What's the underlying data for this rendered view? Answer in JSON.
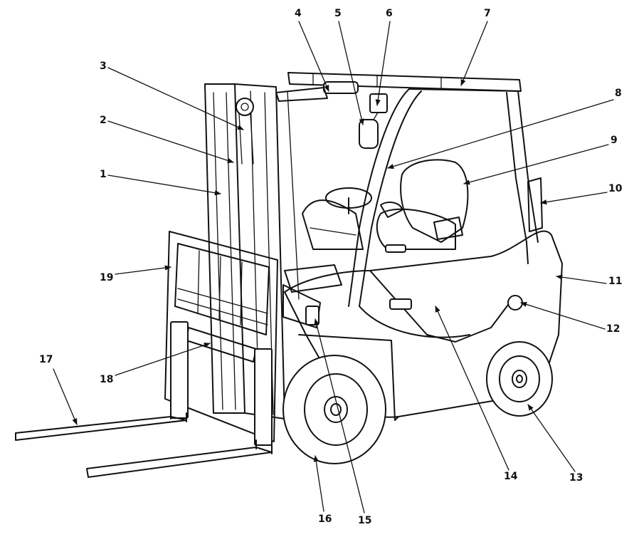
{
  "callouts": [
    {
      "num": "1"
    },
    {
      "num": "2"
    },
    {
      "num": "3"
    },
    {
      "num": "4"
    },
    {
      "num": "5"
    },
    {
      "num": "6"
    },
    {
      "num": "7"
    },
    {
      "num": "8"
    },
    {
      "num": "9"
    },
    {
      "num": "10"
    },
    {
      "num": "11"
    },
    {
      "num": "12"
    },
    {
      "num": "13"
    },
    {
      "num": "14"
    },
    {
      "num": "15"
    },
    {
      "num": "16"
    },
    {
      "num": "17"
    },
    {
      "num": "18"
    },
    {
      "num": "19"
    }
  ],
  "colors": {
    "ink": "#111111",
    "paper": "#ffffff"
  }
}
